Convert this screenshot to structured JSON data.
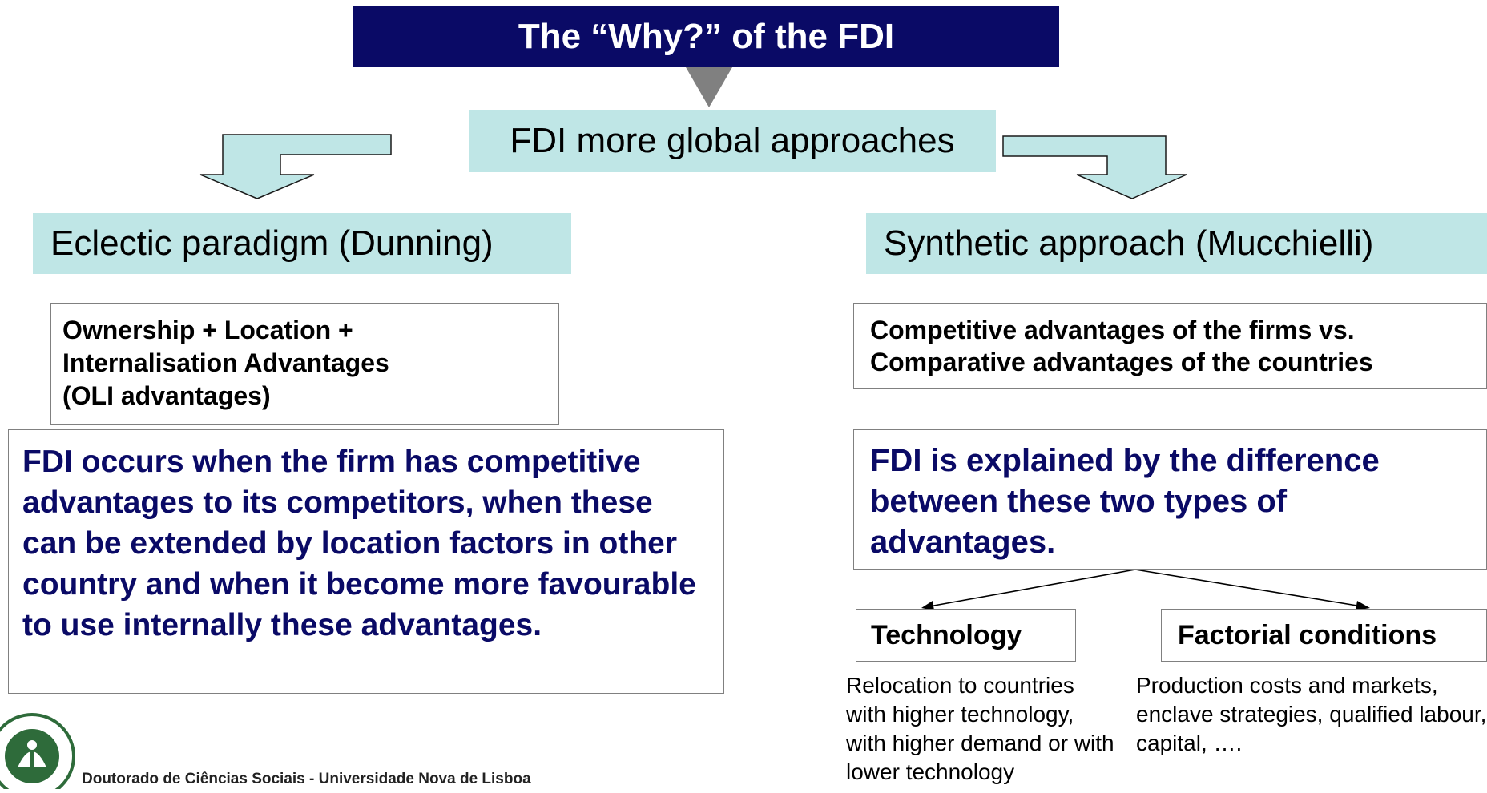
{
  "title": "The “Why?” of the FDI",
  "global_approaches": "FDI more global approaches",
  "left": {
    "heading": "Eclectic paradigm (Dunning)",
    "box_lines": [
      "Ownership + Location +",
      "Internalisation Advantages",
      "(OLI advantages)"
    ],
    "statement": "FDI occurs when the firm has competitive advantages to its competitors, when these can be extended by location factors in other country and when it become more favourable to use internally these advantages."
  },
  "right": {
    "heading": "Synthetic  approach (Mucchielli)",
    "box_lines": [
      "Competitive advantages of the firms vs.",
      "Comparative advantages of the countries"
    ],
    "statement": "FDI is explained by the difference between these two types of advantages.",
    "branches": [
      {
        "label": "Technology",
        "description": "Relocation to countries with higher technology, with higher demand or with lower technology"
      },
      {
        "label": "Factorial conditions",
        "description": "Production costs and markets, enclave strategies, qualified labour, capital, …."
      }
    ]
  },
  "footer": "Doutorado de Ciências Sociais - Universidade Nova de Lisboa",
  "colors": {
    "navy": "#0a0a66",
    "teal_fill": "#bfe6e6",
    "arrow_grey": "#808080"
  }
}
